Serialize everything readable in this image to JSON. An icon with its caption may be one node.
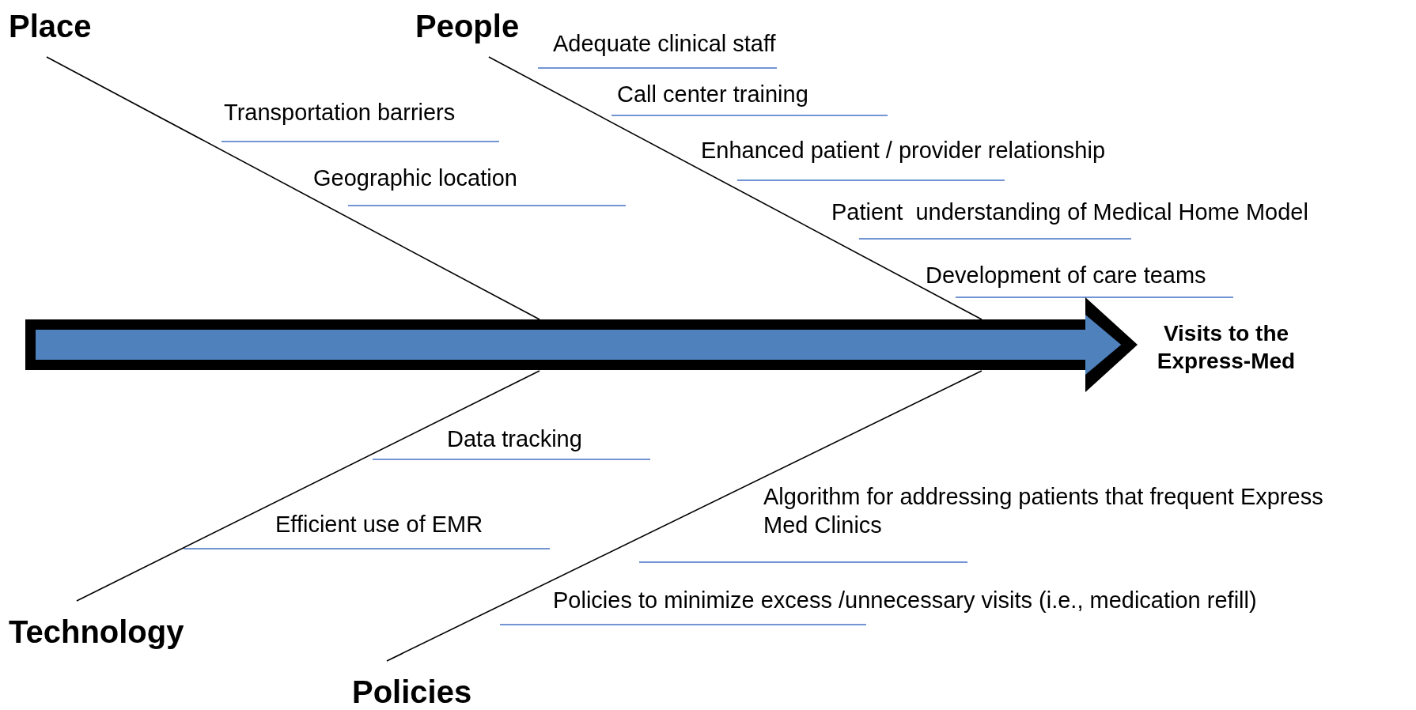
{
  "diagram": {
    "nodes": [
      {
        "text": [
          "Place"
        ]
      },
      {
        "text": [
          "People"
        ]
      },
      {
        "text": [
          "Transportation barriers"
        ]
      },
      {
        "text": [
          "Geographic location"
        ]
      },
      {
        "text": [
          "Adequate clinical staff"
        ]
      },
      {
        "text": [
          "Call center training"
        ]
      },
      {
        "text": [
          "Enhanced patient / provider relationship"
        ]
      },
      {
        "text": [
          "Patient  understanding of Medical Home Model"
        ]
      },
      {
        "text": [
          "Development of care teams"
        ]
      },
      {
        "text": [
          "Visits to the Express-Med"
        ]
      },
      {
        "text": [
          "Data tracking"
        ]
      },
      {
        "text": [
          "Efficient use of EMR"
        ]
      },
      {
        "text": [
          "Algorithm for addressing patients that frequent Express Med Clinics"
        ]
      },
      {
        "text": [
          "Policies to minimize excess /unnecessary visits (i.e., medication refill)"
        ]
      },
      {
        "text": [
          "Technology"
        ]
      },
      {
        "text": [
          "Policies"
        ]
      }
    ],
    "edges": [
      {
        "from": 0,
        "to": null,
        "arrow": "none"
      },
      {
        "from": 1,
        "to": null,
        "arrow": "none"
      },
      {
        "from": 14,
        "to": null,
        "arrow": "none"
      },
      {
        "from": 15,
        "to": null,
        "arrow": "none"
      },
      {
        "from": null,
        "to": 9,
        "arrow": "to",
        "style": "thick",
        "color": "#4f81bd"
      }
    ]
  }
}
